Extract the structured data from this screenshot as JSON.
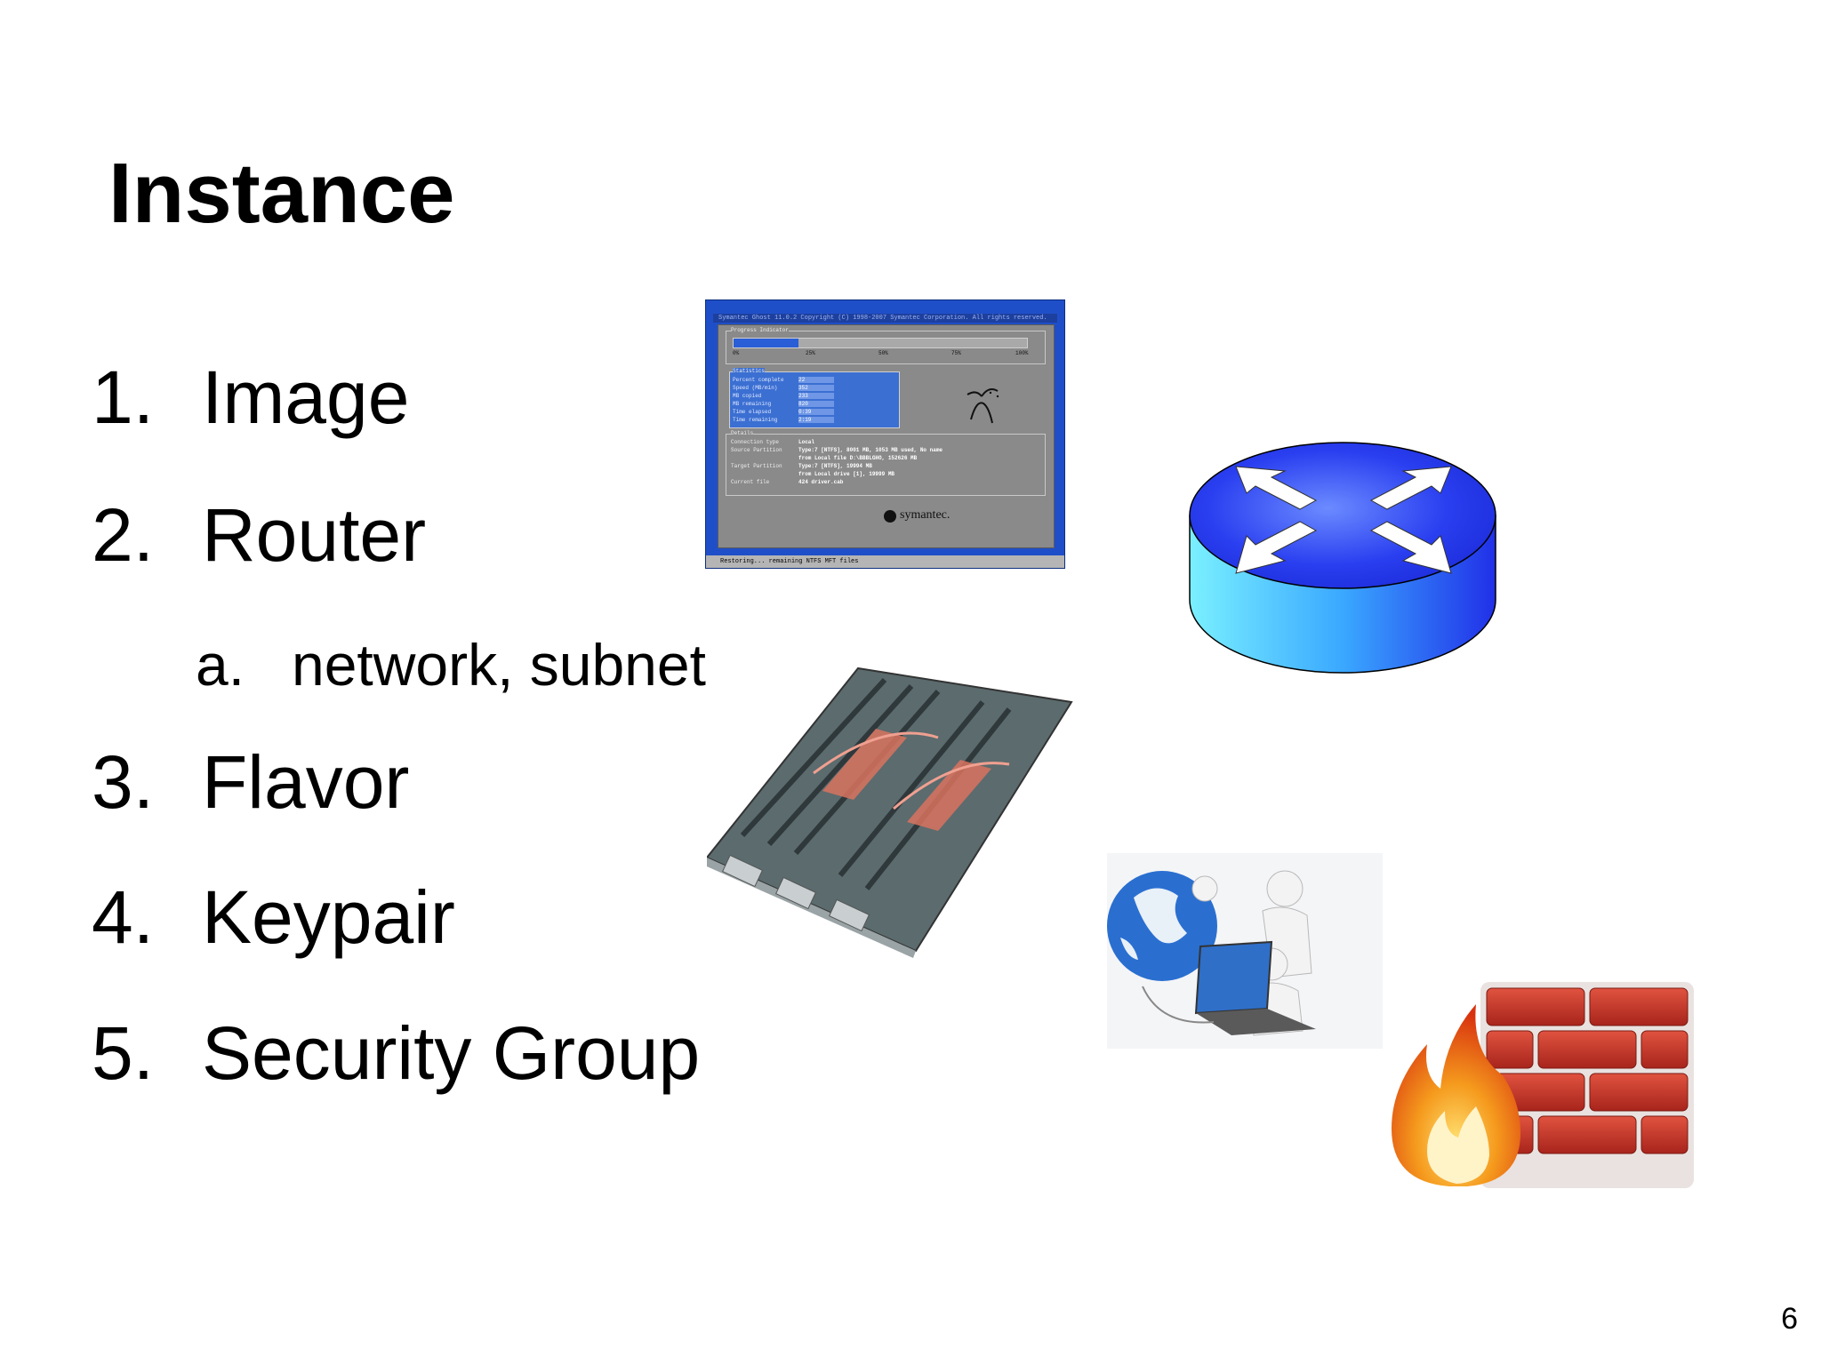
{
  "slide": {
    "title": "Instance",
    "page_number": "6"
  },
  "list": {
    "items": [
      {
        "number": "1.",
        "label": "Image"
      },
      {
        "number": "2.",
        "label": "Router"
      },
      {
        "number": "3.",
        "label": "Flavor"
      },
      {
        "number": "4.",
        "label": "Keypair"
      },
      {
        "number": "5.",
        "label": "Security Group"
      }
    ],
    "sub_item": {
      "number": "a.",
      "label": "network, subnet"
    }
  },
  "ghost_window": {
    "title": "Symantec Ghost 11.0.2   Copyright (C) 1998-2007 Symantec Corporation. All rights reserved.",
    "progress_label": "Progress Indicator",
    "progress": 0.22,
    "scale": [
      "0%",
      "25%",
      "50%",
      "75%",
      "100%"
    ],
    "statistics_label": "Statistics",
    "statistics": [
      {
        "name": "Percent complete",
        "value": "22"
      },
      {
        "name": "Speed (MB/min)",
        "value": "352"
      },
      {
        "name": "MB copied",
        "value": "233"
      },
      {
        "name": "MB remaining",
        "value": "820"
      },
      {
        "name": "Time elapsed",
        "value": "0:39"
      },
      {
        "name": "Time remaining",
        "value": "2:19"
      }
    ],
    "details_label": "Details",
    "details": [
      {
        "name": "Connection type",
        "value": "Local"
      },
      {
        "name": "Source Partition",
        "value": "Type:7 [NTFS], 8001 MB, 1053 MB used, No name"
      },
      {
        "name": "",
        "value": "from Local file D:\\BBBLGHO, 152626 MB"
      },
      {
        "name": "Target Partition",
        "value": "Type:7 [NTFS], 19994 MB"
      },
      {
        "name": "",
        "value": "from Local drive [1], 19999 MB"
      },
      {
        "name": "Current file",
        "value": "424 driver.cab"
      }
    ],
    "brand": "symantec.",
    "status": "Restoring... remaining NTFS MFT files"
  },
  "images": [
    {
      "name": "router-icon",
      "description": "router"
    },
    {
      "name": "server-board-image",
      "description": "server"
    },
    {
      "name": "people-globe-laptop-image",
      "description": "network"
    },
    {
      "name": "firewall-icon",
      "description": "firewall"
    }
  ],
  "colors": {
    "router_top": "#1f3cf0",
    "router_side": "#3fd0ff",
    "brick": "#c8372a",
    "flame": "#f08a18"
  }
}
